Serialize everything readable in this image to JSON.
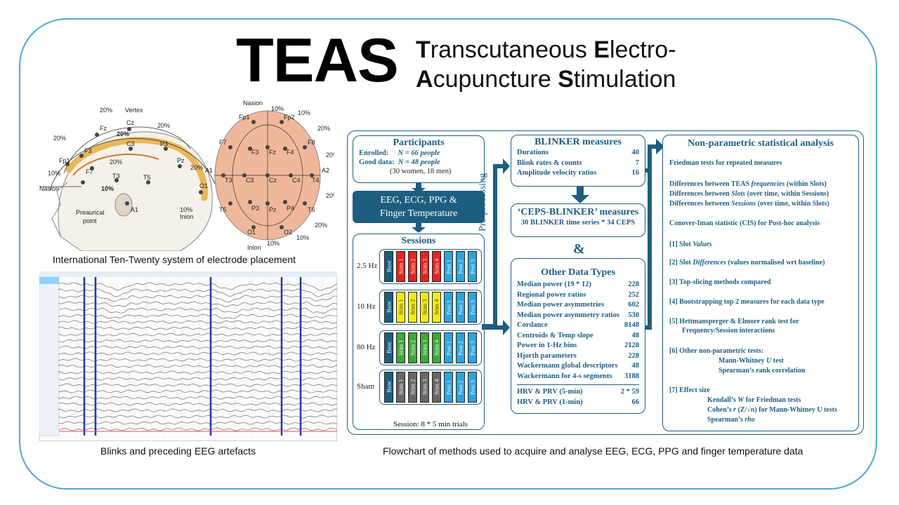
{
  "header": {
    "title": "TEAS",
    "subtitle_line1": [
      "T",
      "ranscutaneous ",
      "E",
      "lectro-"
    ],
    "subtitle_line2": [
      "A",
      "cupuncture ",
      "S",
      "timulation"
    ]
  },
  "figures": {
    "head": {
      "labels": {
        "nasion": "Nasion",
        "vertex": "Vertex",
        "preaurical": "Preaurical",
        "point": "point",
        "inion": "Inion",
        "inion2": "Inion",
        "pct20": "20%",
        "pct10": "10%",
        "Fz": "Fz",
        "Cz": "Cz",
        "F3": "F3",
        "C3": "C3",
        "P3": "P3",
        "F7": "F7",
        "T3": "T3",
        "T5": "T5",
        "Fp1": "Fp1",
        "O1": "O1",
        "Pz": "Pz",
        "A1": "A1",
        "Fp2": "Fp2",
        "F8": "F8",
        "F4": "F4",
        "C4": "C4",
        "T4": "T4",
        "T6": "T6",
        "P4": "P4",
        "O2": "O2",
        "A2": "A2"
      },
      "caption": "International Ten-Twenty system of electrode placement"
    },
    "eeg": {
      "caption": "Blinks and preceding EEG artefacts"
    },
    "flow_caption": "Flowchart of methods used to acquire and analyse EEG, ECG, PPG and finger temperature data"
  },
  "flowchart": {
    "participants": {
      "title": "Participants",
      "enrolled_label": "Enrolled:",
      "enrolled_value": "N =  66 people",
      "good_label": "Good data:",
      "good_value": "N =  48 people",
      "breakdown": "(30 women, 18 men)"
    },
    "acquisition": {
      "line1": "EEG, ECG, PPG &",
      "line2": "Finger Temperature"
    },
    "sessions": {
      "title": "Sessions",
      "footer": "Session: 8 * 5 min trials",
      "rows": [
        {
          "freq": "2.5 Hz",
          "color": "#e8221c"
        },
        {
          "freq": "10 Hz",
          "color": "#f4ec10"
        },
        {
          "freq": "80 Hz",
          "color": "#3da835"
        },
        {
          "freq": "Sham",
          "color": "#666666"
        }
      ],
      "cells": [
        "Base",
        "Stim 1",
        "Stim 2",
        "Stim 3",
        "Stim 4",
        "Post 1",
        "Post 2",
        "Post 3"
      ],
      "base_color": "#1d5e80",
      "post_color": "#2aa5dd"
    },
    "preprocessing": "Pre-processing",
    "blinker": {
      "title": "BLINKER measures",
      "items": [
        {
          "label": "Durations",
          "value": "40"
        },
        {
          "label": "Blink rates & counts",
          "value": "7"
        },
        {
          "label": "Amplitude velocity ratios",
          "value": "16"
        }
      ]
    },
    "ceps": {
      "title": "‘CEPS-BLINKER’ measures",
      "sub": "30 BLINKER time series * 34 CEPS"
    },
    "ampersand": "&",
    "other": {
      "title": "Other Data Types",
      "items": [
        {
          "label": "Median power (19 * 12)",
          "value": "228"
        },
        {
          "label": "Regional power ratios",
          "value": "252"
        },
        {
          "label": "Median power asymmetries",
          "value": "602"
        },
        {
          "label": "Median power asymmetry ratios",
          "value": "530"
        },
        {
          "label": "Cordance",
          "value": "8148"
        },
        {
          "label": "Centroids & Temp slope",
          "value": "48"
        },
        {
          "label": "Power in 1-Hz bins",
          "value": "2128"
        },
        {
          "label": "Hjorth parameters",
          "value": "228"
        },
        {
          "label": "Wackermann global descriptors",
          "value": "48"
        },
        {
          "label": "Wackermann for 4-s segments",
          "value": "3188"
        }
      ],
      "hrv": [
        {
          "label": "HRV & PRV (5-min)",
          "value": "2 * 59"
        },
        {
          "label": "HRV & PRV (1-min)",
          "value": "66"
        }
      ]
    },
    "stats": {
      "title": "Non-parametric statistical analysis",
      "friedman": "Friedman tests for repeated measures",
      "diff1_pre": "Differences between TEAS ",
      "diff1_em": "frequencies",
      "diff1_post": " (within Slots)",
      "diff2_pre": "Differences between ",
      "diff2_em": "Slots",
      "diff2_post": " (over time, within Sessions)",
      "diff3_pre": "Differences between ",
      "diff3_em": "Sessions",
      "diff3_post": " (over time, within Slots)",
      "conover": "Conover-Iman statistic (CIS) for Post-hoc analysis",
      "s1_pre": "[1] Slot ",
      "s1_em": "Values",
      "s2_pre": "[2] Slot ",
      "s2_em": "Differences",
      "s2_post": " (values normalised wrt baseline)",
      "s3": "[3] Top-slicing methods compared",
      "s4": "[4] Bootstrapping top 2 measures for each data type",
      "s5a": "[5] Hettmansperger & Elmore rank test for",
      "s5b": "Frequency/Session interactions",
      "s6": "[6] Other non-parametric tests:",
      "s6a_pre": "Mann-Whitney ",
      "s6a_em": "U",
      "s6a_post": " test",
      "s6b": "Spearman’s rank correlation",
      "s7": "[7] Effect size",
      "s7a_pre": "Kendall’s ",
      "s7a_em": "W",
      "s7a_post": " for Friedman tests",
      "s7b_pre": "Cohen’s ",
      "s7b_em": "r",
      "s7b_mid": " (Z/√",
      "s7b_em2": "n",
      "s7b_post": ") for Mann-Whitney U tests",
      "s7c_pre": "Spearman’s ",
      "s7c_em": "rho"
    }
  }
}
